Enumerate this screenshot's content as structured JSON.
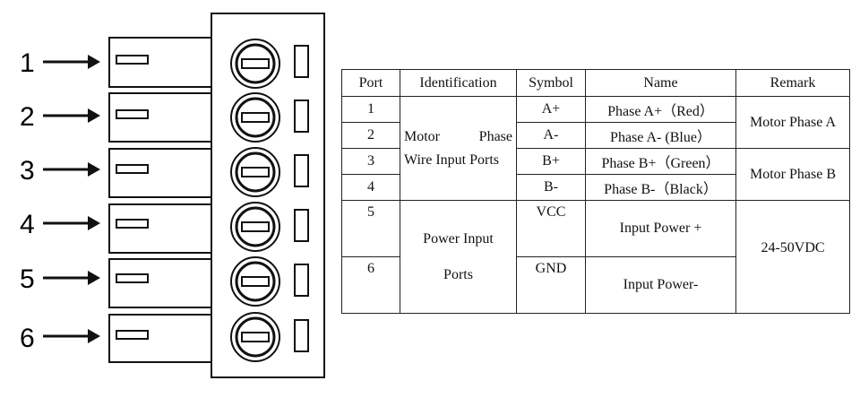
{
  "diagram": {
    "port_numbers": [
      "1",
      "2",
      "3",
      "4",
      "5",
      "6"
    ]
  },
  "table": {
    "headers": [
      "Port",
      "Identification",
      "Symbol",
      "Name",
      "Remark"
    ],
    "motor_group": {
      "identification_line1_a": "Motor",
      "identification_line1_b": "Phase",
      "identification_line2": "Wire Input Ports",
      "rows": [
        {
          "port": "1",
          "symbol": "A+",
          "name": "Phase A+（Red）"
        },
        {
          "port": "2",
          "symbol": "A-",
          "name": "Phase A- (Blue）"
        },
        {
          "port": "3",
          "symbol": "B+",
          "name": "Phase B+（Green）"
        },
        {
          "port": "4",
          "symbol": "B-",
          "name": "Phase B-（Black）"
        }
      ],
      "remark_a": "Motor Phase A",
      "remark_b": "Motor Phase B"
    },
    "power_group": {
      "identification_line1": "Power Input",
      "identification_line2": "Ports",
      "rows": [
        {
          "port": "5",
          "symbol": "VCC",
          "name": "Input Power +"
        },
        {
          "port": "6",
          "symbol": "GND",
          "name": "Input Power-"
        }
      ],
      "remark": "24-50VDC"
    }
  }
}
